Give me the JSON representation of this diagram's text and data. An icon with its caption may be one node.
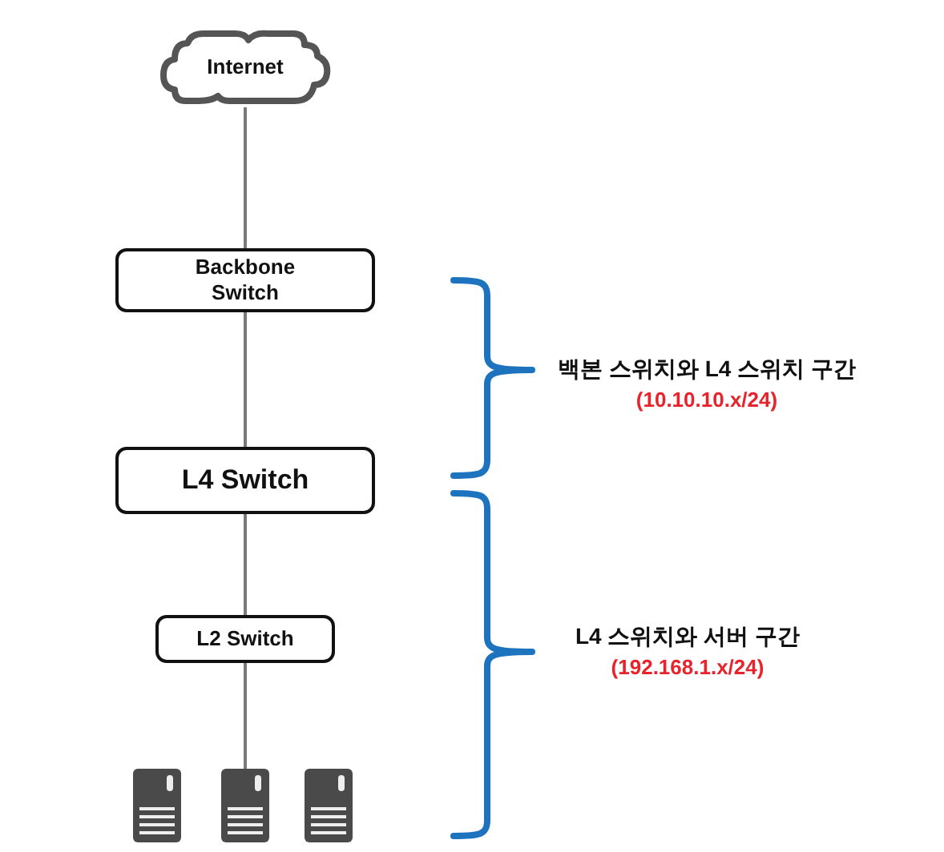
{
  "diagram": {
    "nodes": [
      {
        "text": [
          "Internet"
        ]
      },
      {
        "text": [
          "Backbone Switch"
        ]
      },
      {
        "text": [
          "L4 Switch"
        ]
      },
      {
        "text": [
          "L2 Switch"
        ]
      },
      {
        "text": [],
        "shape": "picture"
      },
      {
        "text": [],
        "shape": "picture"
      },
      {
        "text": [],
        "shape": "picture"
      }
    ],
    "edges": [
      {
        "from": 0,
        "to": 1,
        "arrow": "none"
      },
      {
        "from": 1,
        "to": 2,
        "arrow": "none"
      },
      {
        "from": 2,
        "to": 3,
        "arrow": "none"
      },
      {
        "from": 3,
        "to": 5,
        "arrow": "none"
      }
    ],
    "labels": [
      "백본 스위치와 L4 스위치 구간",
      "(10.10.10.x/24)",
      "L4 스위치와 서버 구간",
      "(192.168.1.x/24)"
    ]
  }
}
